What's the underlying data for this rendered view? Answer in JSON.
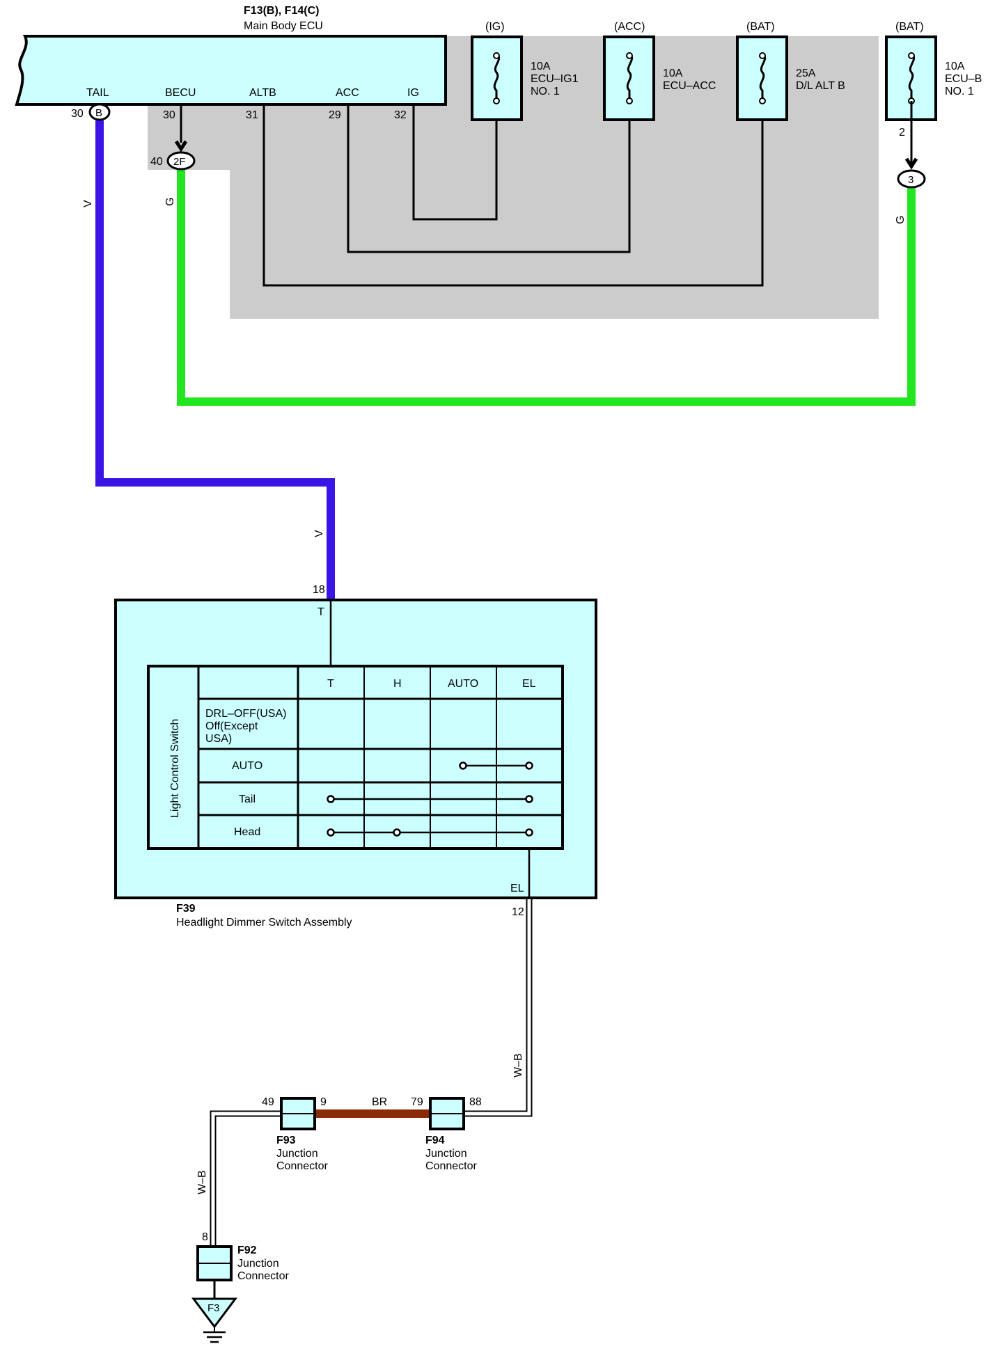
{
  "ecu": {
    "connectors": "F13(B), F14(C)",
    "name": "Main Body ECU",
    "pins": {
      "tail": "TAIL",
      "becu": "BECU",
      "altb": "ALTB",
      "acc": "ACC",
      "ig": "IG",
      "tail_num": "30",
      "tail_conn": "B",
      "becu_num": "30",
      "altb_num": "31",
      "acc_num": "29",
      "ig_num": "32",
      "becu_out_num": "40",
      "becu_out_conn": "2F"
    }
  },
  "fuses": [
    {
      "source": "(IG)",
      "rating": "10A",
      "name": "ECU–IG1",
      "name2": "NO. 1"
    },
    {
      "source": "(ACC)",
      "rating": "10A",
      "name": "ECU–ACC",
      "name2": ""
    },
    {
      "source": "(BAT)",
      "rating": "25A",
      "name": "D/L ALT B",
      "name2": ""
    },
    {
      "source": "(BAT)",
      "rating": "10A",
      "name": "ECU–B",
      "name2": "NO. 1",
      "pin": "2",
      "conn": "3"
    }
  ],
  "wires": {
    "v": "V",
    "g": "G",
    "wb": "W–B",
    "br": "BR",
    "colors": {
      "violet": "#3b14e6",
      "green": "#22e61f",
      "brown": "#8b2a06",
      "grey": "#cccccc",
      "component": "#ccffff"
    }
  },
  "switch": {
    "id": "F39",
    "name": "Headlight Dimmer Switch Assembly",
    "pin_t_num": "18",
    "pin_t": "T",
    "pin_el": "EL",
    "pin_el_num": "12",
    "table_title": "Light Control Switch",
    "columns": [
      "T",
      "H",
      "AUTO",
      "EL"
    ],
    "rows": [
      "DRL–OFF(USA)",
      "Off(Except",
      "USA)",
      "AUTO",
      "Tail",
      "Head"
    ]
  },
  "junctions": [
    {
      "id": "F93",
      "line1": "Junction",
      "line2": "Connector",
      "pin_in": "49",
      "pin_out": "9"
    },
    {
      "id": "F94",
      "line1": "Junction",
      "line2": "Connector",
      "pin_in": "79",
      "pin_out": "88"
    },
    {
      "id": "F92",
      "line1": "Junction",
      "line2": "Connector",
      "pin": "8"
    }
  ],
  "ground": {
    "id": "F3"
  }
}
